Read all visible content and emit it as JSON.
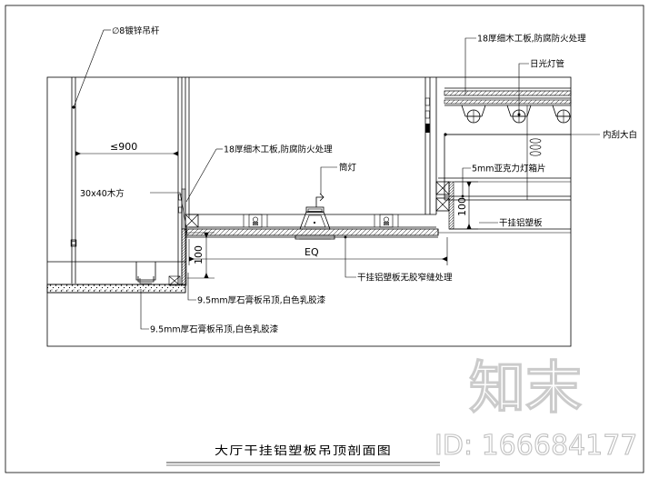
{
  "document": {
    "type": "architectural-section-drawing",
    "title": "大厅干挂铝塑板吊顶剖面图",
    "title_translation": "Lobby dry-hung aluminium composite panel suspended ceiling section"
  },
  "watermark": {
    "brand": "知末",
    "id_label": "ID: 166684177"
  },
  "annotations": {
    "hanger_rod": "∅8镀锌吊杆",
    "timber_batten": "30x40木方",
    "spacing_dim": "≤900",
    "blockboard_left": "18厚细木工板,防腐防火处理",
    "blockboard_top": "18厚细木工板,防腐防火处理",
    "fluorescent_tube": "日光灯管",
    "interior_plaster": "内刮大白",
    "acrylic_lightbox": "5mm亚克力灯箱片",
    "downlight": "筒灯",
    "dry_hung_panel_right": "干挂铝塑板",
    "dry_hung_panel_seam": "干挂铝塑板无胶窄缝处理",
    "gypsum_board_upper": "9.5mm厚石膏板吊顶,白色乳胶漆",
    "gypsum_board_lower": "9.5mm厚石膏板吊顶,白色乳胶漆"
  },
  "dimensions": {
    "equal_span": "EQ",
    "drop_left": "100",
    "drop_right": "100",
    "rod_spacing": "≤900"
  },
  "colors": {
    "line": "#000000",
    "background": "#ffffff",
    "watermark": "#c9c9c9"
  }
}
